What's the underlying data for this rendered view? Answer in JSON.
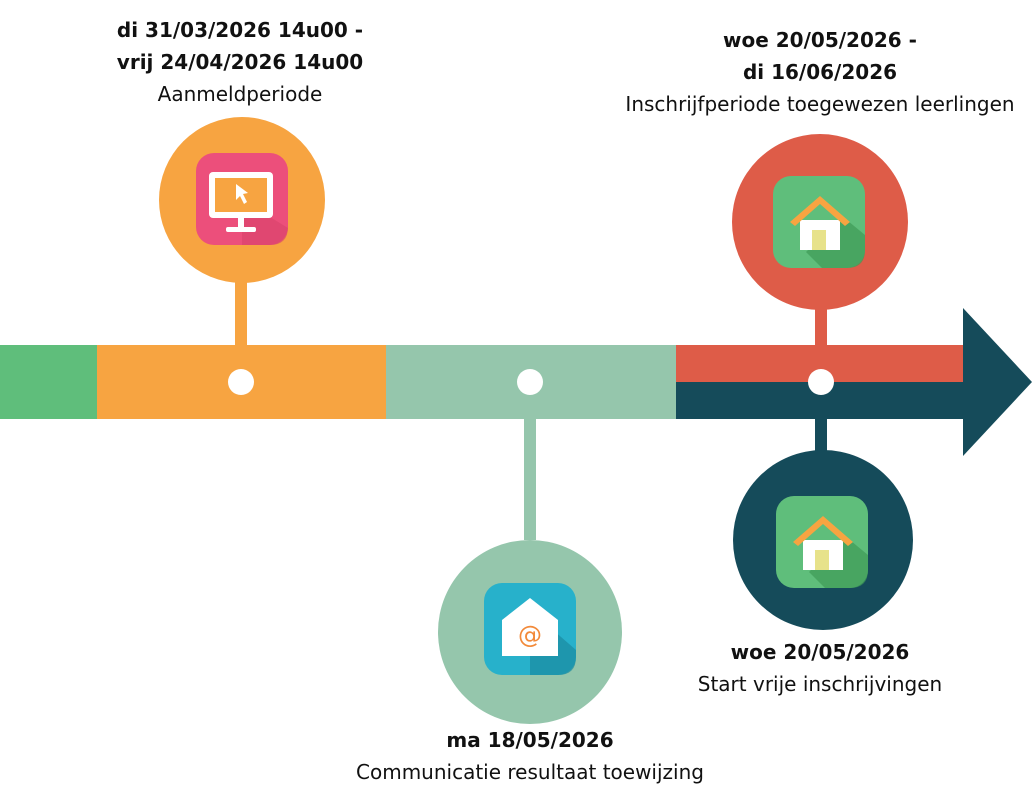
{
  "milestones": {
    "aanmeld": {
      "date": "di 31/03/2026 14u00 -\nvrij 24/04/2026 14u00",
      "desc": "Aanmeldperiode",
      "color": "#F7A441",
      "icon": "computer-cursor-icon"
    },
    "communicatie": {
      "date": "ma 18/05/2026",
      "desc": "Communicatie resultaat toewijzing",
      "color": "#95C6AC",
      "icon": "email-house-icon"
    },
    "inschrijf": {
      "date": "woe 20/05/2026 -\ndi 16/06/2026",
      "desc": "Inschrijfperiode toegewezen leerlingen",
      "color": "#DE5C48",
      "icon": "house-icon"
    },
    "vrije": {
      "date": "woe 20/05/2026",
      "desc": "Start vrije inschrijvingen",
      "color": "#154B5A",
      "icon": "house-icon"
    }
  },
  "colors": {
    "bar_green": "#5FBE7B",
    "bar_orange": "#F7A441",
    "bar_mint": "#95C6AC",
    "bar_red": "#DE5C48",
    "bar_navy": "#154B5A"
  }
}
